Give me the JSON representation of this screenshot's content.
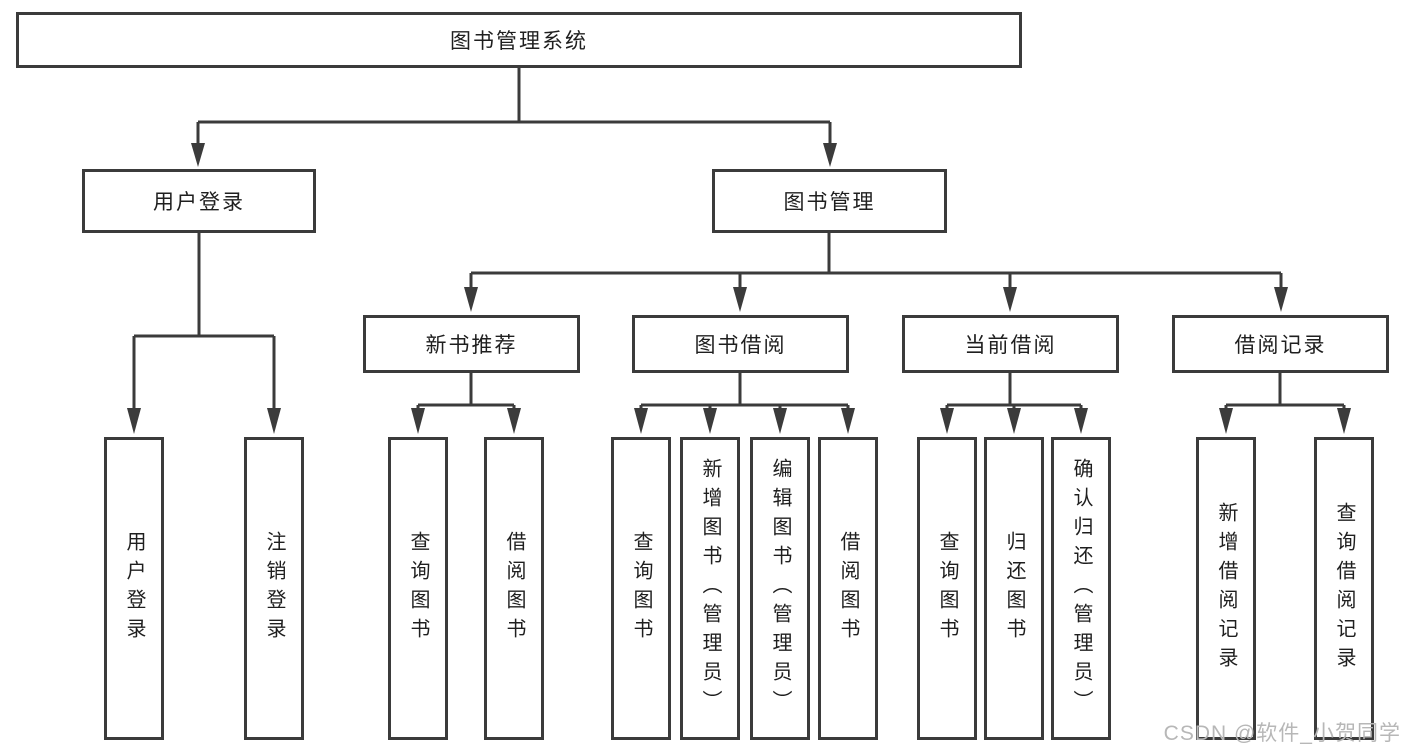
{
  "watermark": "CSDN @软件_小贺同学",
  "colors": {
    "line": "#3b3b3b",
    "box_border": "#3b3b3b",
    "text": "#1f1f1f",
    "watermark": "#b7b7b7",
    "background": "#ffffff"
  },
  "tree": {
    "root": {
      "label": "图书管理系统"
    },
    "children": [
      {
        "label": "用户登录",
        "children": [
          {
            "label": "用户登录"
          },
          {
            "label": "注销登录"
          }
        ]
      },
      {
        "label": "图书管理",
        "children": [
          {
            "label": "新书推荐",
            "children": [
              {
                "label": "查询图书"
              },
              {
                "label": "借阅图书"
              }
            ]
          },
          {
            "label": "图书借阅",
            "children": [
              {
                "label": "查询图书"
              },
              {
                "label": "新增图书（管理员）"
              },
              {
                "label": "编辑图书（管理员）"
              },
              {
                "label": "借阅图书"
              }
            ]
          },
          {
            "label": "当前借阅",
            "children": [
              {
                "label": "查询图书"
              },
              {
                "label": "归还图书"
              },
              {
                "label": "确认归还（管理员）"
              }
            ]
          },
          {
            "label": "借阅记录",
            "children": [
              {
                "label": "新增借阅记录"
              },
              {
                "label": "查询借阅记录"
              }
            ]
          }
        ]
      }
    ]
  }
}
